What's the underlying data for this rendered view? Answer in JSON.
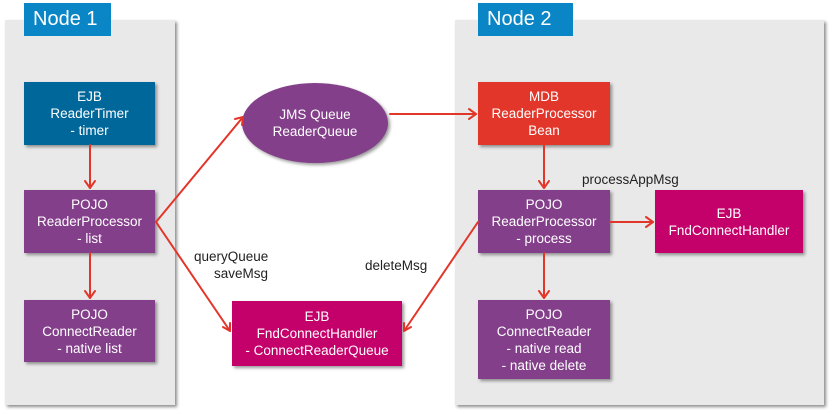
{
  "colors": {
    "node_label": "#0a86c6",
    "panel": "#e9e9e9",
    "ejb_timer": "#00679a",
    "pojo": "#843f8b",
    "ejb_handler": "#c4006a",
    "mdb": "#e3362a",
    "arrow": "#e3362a"
  },
  "nodes": [
    {
      "label": "Node 1"
    },
    {
      "label": "Node 2"
    }
  ],
  "components": {
    "node1_timer": {
      "lines": [
        "EJB",
        "ReaderTimer",
        "- timer"
      ]
    },
    "node1_processor": {
      "lines": [
        "POJO",
        "ReaderProcessor",
        "- list"
      ]
    },
    "node1_connect_reader": {
      "lines": [
        "POJO",
        "ConnectReader",
        "- native list"
      ]
    },
    "jms_queue": {
      "lines": [
        "JMS Queue",
        "ReaderQueue"
      ]
    },
    "middle_handler": {
      "lines": [
        "EJB",
        "FndConnectHandler",
        "- ConnectReaderQueue"
      ]
    },
    "node2_mdb": {
      "lines": [
        "MDB",
        "ReaderProcessor",
        "Bean"
      ]
    },
    "node2_processor": {
      "lines": [
        "POJO",
        "ReaderProcessor",
        "- process"
      ]
    },
    "node2_handler": {
      "lines": [
        "EJB",
        "FndConnectHandler"
      ]
    },
    "node2_connect_reader": {
      "lines": [
        "POJO",
        "ConnectReader",
        "- native read",
        "- native delete"
      ]
    }
  },
  "edge_labels": {
    "query_save": [
      "queryQueue",
      "saveMsg"
    ],
    "delete": "deleteMsg",
    "process_app": "processAppMsg"
  },
  "edges": [
    {
      "from": "node1_timer",
      "to": "node1_processor"
    },
    {
      "from": "node1_processor",
      "to": "node1_connect_reader"
    },
    {
      "from": "node1_processor",
      "to": "jms_queue"
    },
    {
      "from": "node1_processor",
      "to": "middle_handler"
    },
    {
      "from": "jms_queue",
      "to": "node2_mdb"
    },
    {
      "from": "node2_mdb",
      "to": "node2_processor"
    },
    {
      "from": "node2_processor",
      "to": "node2_handler"
    },
    {
      "from": "node2_processor",
      "to": "node2_connect_reader"
    },
    {
      "from": "node2_processor",
      "to": "middle_handler"
    }
  ]
}
